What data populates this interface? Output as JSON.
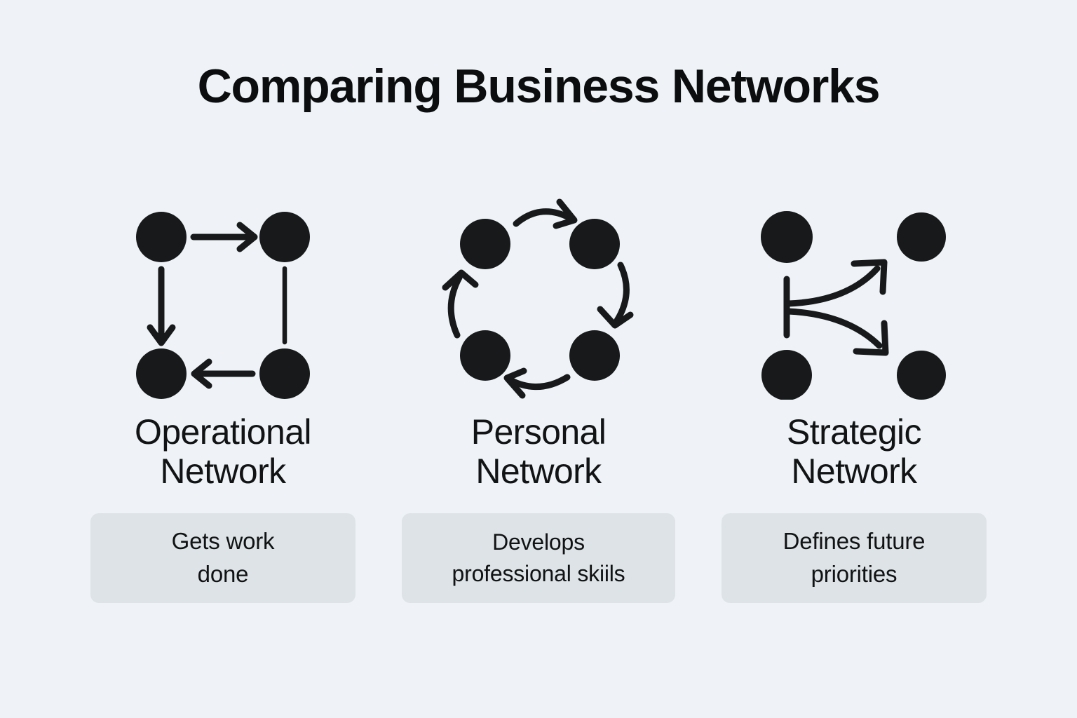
{
  "page": {
    "title": "Comparing Business Networks",
    "background_color": "#eff3f7",
    "node_color": "#17191a",
    "caption_box_color": "#dde3e6",
    "text_color": "#0b0d0e"
  },
  "columns": [
    {
      "id": "operational",
      "diagram_name": "square-cycle-diagram",
      "diagram_description": "Four filled circles at the corners of a square, connected by a straight arrow pointing right along the top, a straight arrow pointing down on the left, a straight arrow pointing left along the bottom, and a plain line without an arrowhead on the right",
      "title_line1": "Operational",
      "title_line2": "Network",
      "caption_line1": "Gets work",
      "caption_line2": "done"
    },
    {
      "id": "personal",
      "diagram_name": "circular-cycle-diagram",
      "diagram_description": "Four filled circles arranged in a ring joined by four curved arrows forming a clockwise cycle",
      "title_line1": "Personal",
      "title_line2": "Network",
      "caption_line1": "Develops",
      "caption_line2": "professional skiils"
    },
    {
      "id": "strategic",
      "diagram_name": "branching-diagram",
      "diagram_description": "Four filled circles in a square layout with a vertical trunk line on the left side branching into two curved arrows that point to the upper-right and lower-right circles",
      "title_line1": "Strategic",
      "title_line2": "Network",
      "caption_line1": "Defines future",
      "caption_line2": "priorities"
    }
  ]
}
